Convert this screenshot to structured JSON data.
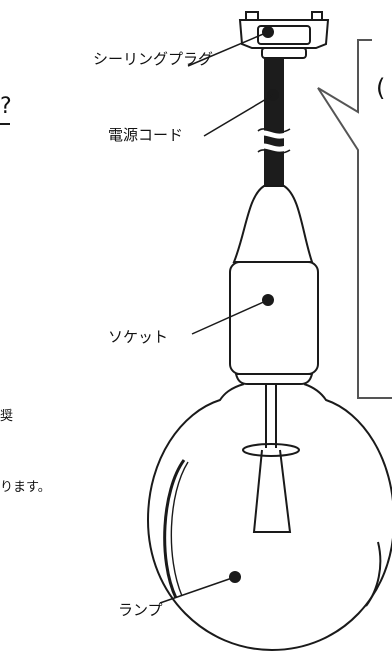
{
  "labels": {
    "ceiling_plug": "シーリングプラグ",
    "power_cord": "電源コード",
    "socket": "ソケット",
    "lamp": "ランプ"
  },
  "fragments": {
    "left_mid": "?",
    "left_word1": "奨",
    "left_word2": "ります。",
    "right_top": "("
  },
  "colors": {
    "line": "#1a1a1a",
    "bubble_border": "#555555",
    "cord": "#1c1c1c"
  }
}
